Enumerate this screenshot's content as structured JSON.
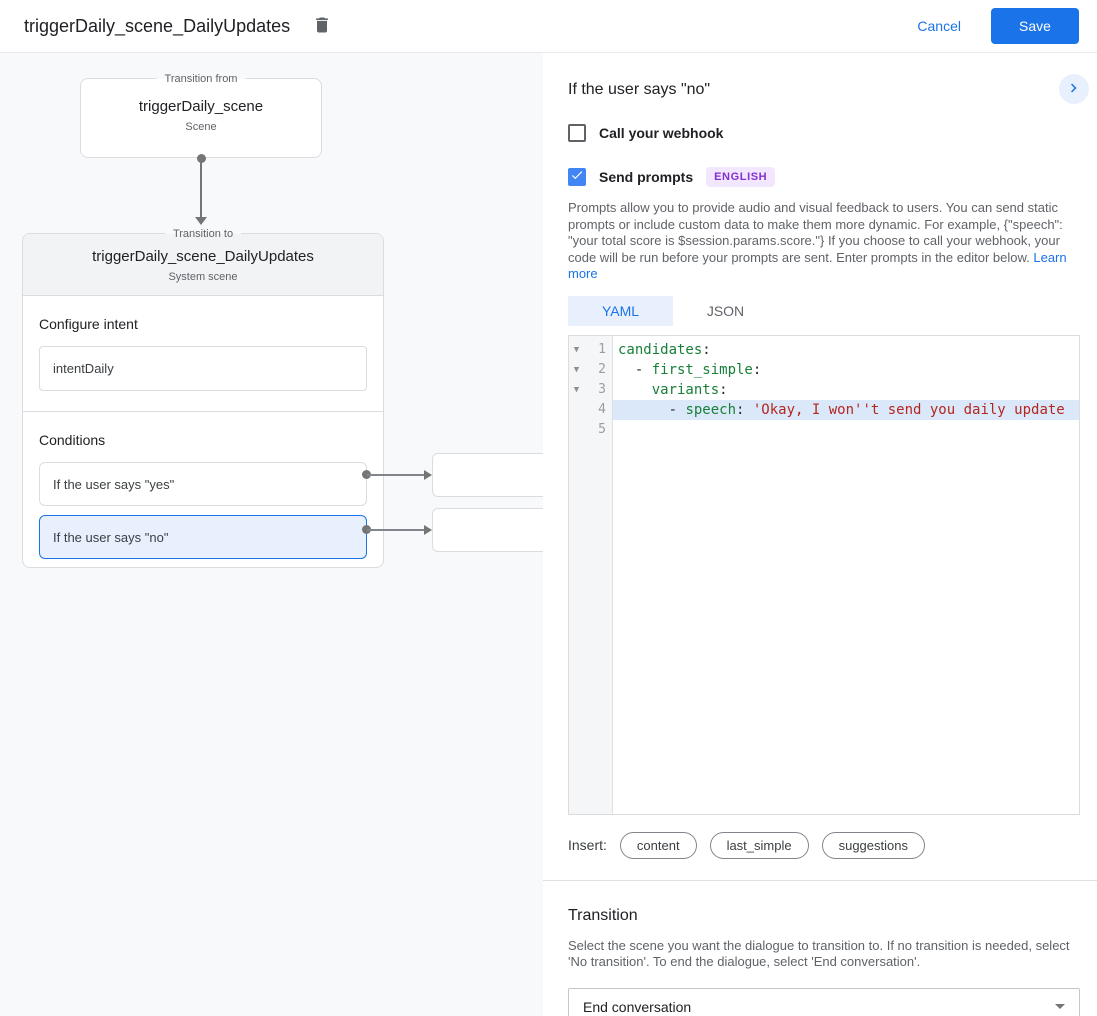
{
  "header": {
    "title": "triggerDaily_scene_DailyUpdates",
    "cancel_label": "Cancel",
    "save_label": "Save"
  },
  "diagram": {
    "from_box": {
      "legend": "Transition from",
      "title": "triggerDaily_scene",
      "subtitle": "Scene"
    },
    "to_card": {
      "legend": "Transition to",
      "title": "triggerDaily_scene_DailyUpdates",
      "subtitle": "System scene",
      "configure_intent_label": "Configure intent",
      "intent_value": "intentDaily",
      "conditions_label": "Conditions",
      "conditions": [
        {
          "label": "If the user says \"yes\"",
          "selected": false
        },
        {
          "label": "If the user says \"no\"",
          "selected": true
        }
      ]
    }
  },
  "panel": {
    "title": "If the user says \"no\"",
    "webhook_checkbox": {
      "label": "Call your webhook",
      "checked": false
    },
    "prompts_checkbox": {
      "label": "Send prompts",
      "checked": true,
      "badge": "ENGLISH"
    },
    "description": "Prompts allow you to provide audio and visual feedback to users. You can send static prompts or include custom data to make them more dynamic. For example, {\"speech\": \"your total score is $session.params.score.\"} If you choose to call your webhook, your code will be run before your prompts are sent. Enter prompts in the editor below. ",
    "learn_more_label": "Learn more",
    "tabs": [
      {
        "label": "YAML",
        "active": true
      },
      {
        "label": "JSON",
        "active": false
      }
    ],
    "editor": {
      "lines": [
        {
          "num": "1",
          "fold": true,
          "highlight": false,
          "tokens": [
            {
              "c": "key",
              "t": "candidates"
            },
            {
              "c": "plain",
              "t": ":"
            }
          ]
        },
        {
          "num": "2",
          "fold": true,
          "highlight": false,
          "tokens": [
            {
              "c": "plain",
              "t": "  - "
            },
            {
              "c": "key",
              "t": "first_simple"
            },
            {
              "c": "plain",
              "t": ":"
            }
          ]
        },
        {
          "num": "3",
          "fold": true,
          "highlight": false,
          "tokens": [
            {
              "c": "plain",
              "t": "    "
            },
            {
              "c": "key",
              "t": "variants"
            },
            {
              "c": "plain",
              "t": ":"
            }
          ]
        },
        {
          "num": "4",
          "fold": false,
          "highlight": true,
          "tokens": [
            {
              "c": "plain",
              "t": "      - "
            },
            {
              "c": "key",
              "t": "speech"
            },
            {
              "c": "plain",
              "t": ": "
            },
            {
              "c": "str",
              "t": "'Okay, I won''t send you daily update"
            }
          ]
        },
        {
          "num": "5",
          "fold": false,
          "highlight": false,
          "tokens": []
        }
      ]
    },
    "insert": {
      "label": "Insert:",
      "chips": [
        "content",
        "last_simple",
        "suggestions"
      ]
    },
    "transition": {
      "title": "Transition",
      "description": "Select the scene you want the dialogue to transition to. If no transition is needed, select 'No transition'. To end the dialogue, select 'End conversation'.",
      "select_value": "End conversation"
    }
  },
  "colors": {
    "accent": "#1a73e8",
    "selected_fill": "#e8f0fe",
    "key_green": "#188038",
    "string_red": "#b3271e"
  }
}
